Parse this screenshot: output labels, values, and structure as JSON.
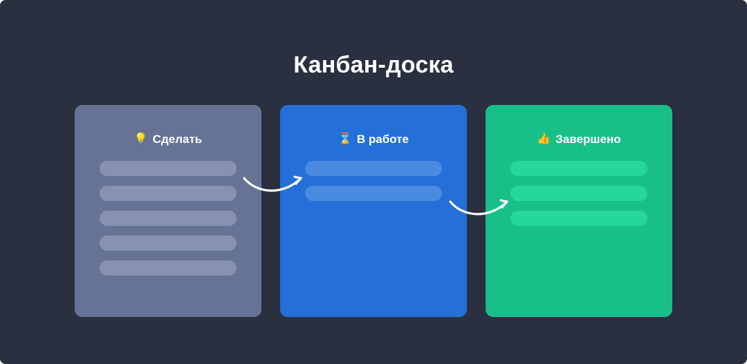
{
  "page": {
    "background_color": "#2b3040",
    "title": "Канбан-доска"
  },
  "board": {
    "columns": [
      {
        "id": "todo",
        "emoji": "💡",
        "emoji_name": "light-bulb-emoji",
        "label": "Сделать",
        "background_color": "#667395",
        "card_color": "#8792b0",
        "card_count": 5,
        "cards": [
          "",
          "",
          "",
          "",
          ""
        ]
      },
      {
        "id": "in-progress",
        "emoji": "⌛",
        "emoji_name": "hourglass-emoji",
        "label": "В работе",
        "background_color": "#2570d8",
        "card_color": "#4a8ae0",
        "card_count": 2,
        "cards": [
          "",
          ""
        ]
      },
      {
        "id": "done",
        "emoji": "👍",
        "emoji_name": "thumbs-up-emoji",
        "label": "Завершено",
        "background_color": "#19bf89",
        "card_color": "#25d79b",
        "card_count": 3,
        "cards": [
          "",
          "",
          ""
        ]
      }
    ],
    "arrows": [
      {
        "id": "arrow-todo-to-in-progress",
        "from": "todo",
        "to": "in-progress",
        "color": "#ffffff"
      },
      {
        "id": "arrow-in-progress-to-done",
        "from": "in-progress",
        "to": "done",
        "color": "#ffffff"
      }
    ]
  }
}
